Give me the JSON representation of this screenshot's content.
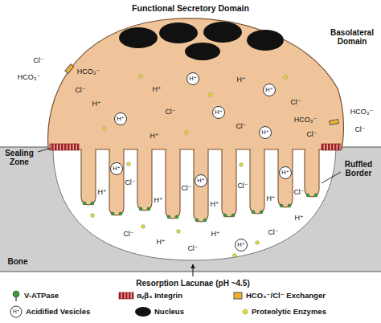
{
  "diagram": {
    "nodes": [
      {
        "text": [
          "H⁺"
        ]
      },
      {
        "text": [
          "H⁺"
        ]
      },
      {
        "text": [
          "H⁺"
        ]
      },
      {
        "text": [
          "H⁺"
        ]
      },
      {
        "text": [
          "H⁺"
        ]
      },
      {
        "text": [
          "H⁺"
        ]
      },
      {
        "text": [
          "H⁺"
        ]
      },
      {
        "text": [
          "H⁺"
        ]
      },
      {
        "text": [
          "H⁺"
        ]
      }
    ],
    "labels": [
      "Functional Secretory Domain",
      "Basolateral Domain",
      "Cl⁻",
      "HCO₃⁻",
      "HCO₃⁻",
      "Cl⁻",
      "H⁺",
      "H⁺",
      "Cl⁻",
      "H⁺",
      "Cl⁻",
      "H⁺",
      "Cl⁻",
      "HCO₃⁻",
      "Cl⁻",
      "HCO₃⁻",
      "Cl⁻",
      "Sealing Zone",
      "Ruffled Border",
      "H⁺",
      "Cl⁻",
      "H⁺",
      "Cl⁻",
      "H⁺",
      "Cl⁻",
      "H⁺",
      "Cl⁻",
      "Cl⁻",
      "H⁺",
      "Cl⁻",
      "H⁺",
      "Cl⁻",
      "H⁺",
      "Bone",
      "Resorption Lacunae (pH ~4.5)",
      "H⁺"
    ],
    "legend": [
      {
        "text": "V-ATPase"
      },
      {
        "text": "αᵥβ₃ Integrin"
      },
      {
        "text": "HCO₃⁻/Cl⁻ Exchanger"
      },
      {
        "text": "Acidified Vesicles"
      },
      {
        "text": "Nucleus"
      },
      {
        "text": "Proteolytic Enzymes"
      }
    ]
  }
}
